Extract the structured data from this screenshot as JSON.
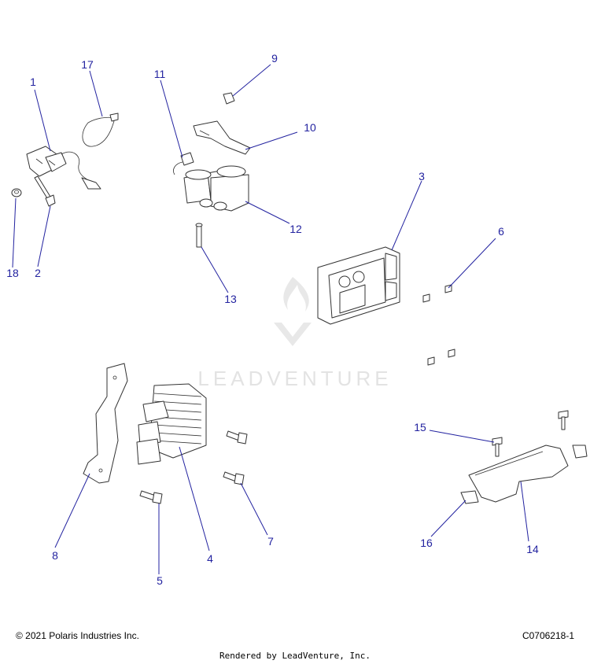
{
  "diagram": {
    "callouts": [
      {
        "id": "c1",
        "number": "1"
      },
      {
        "id": "c2",
        "number": "2"
      },
      {
        "id": "c3",
        "number": "3"
      },
      {
        "id": "c4",
        "number": "4"
      },
      {
        "id": "c5",
        "number": "5"
      },
      {
        "id": "c6",
        "number": "6"
      },
      {
        "id": "c7",
        "number": "7"
      },
      {
        "id": "c8",
        "number": "8"
      },
      {
        "id": "c9",
        "number": "9"
      },
      {
        "id": "c10",
        "number": "10"
      },
      {
        "id": "c11",
        "number": "11"
      },
      {
        "id": "c12",
        "number": "12"
      },
      {
        "id": "c13",
        "number": "13"
      },
      {
        "id": "c14",
        "number": "14"
      },
      {
        "id": "c15",
        "number": "15"
      },
      {
        "id": "c16",
        "number": "16"
      },
      {
        "id": "c17",
        "number": "17"
      },
      {
        "id": "c18",
        "number": "18"
      }
    ],
    "callout_color": "#2323a0",
    "line_color": "#333333"
  },
  "watermark": {
    "text": "LEADVENTURE",
    "color": "#e3e3e3"
  },
  "footer": {
    "copyright": "© 2021 Polaris Industries Inc.",
    "drawing_code": "C0706218-1",
    "rendered_by": "Rendered by LeadVenture, Inc."
  }
}
